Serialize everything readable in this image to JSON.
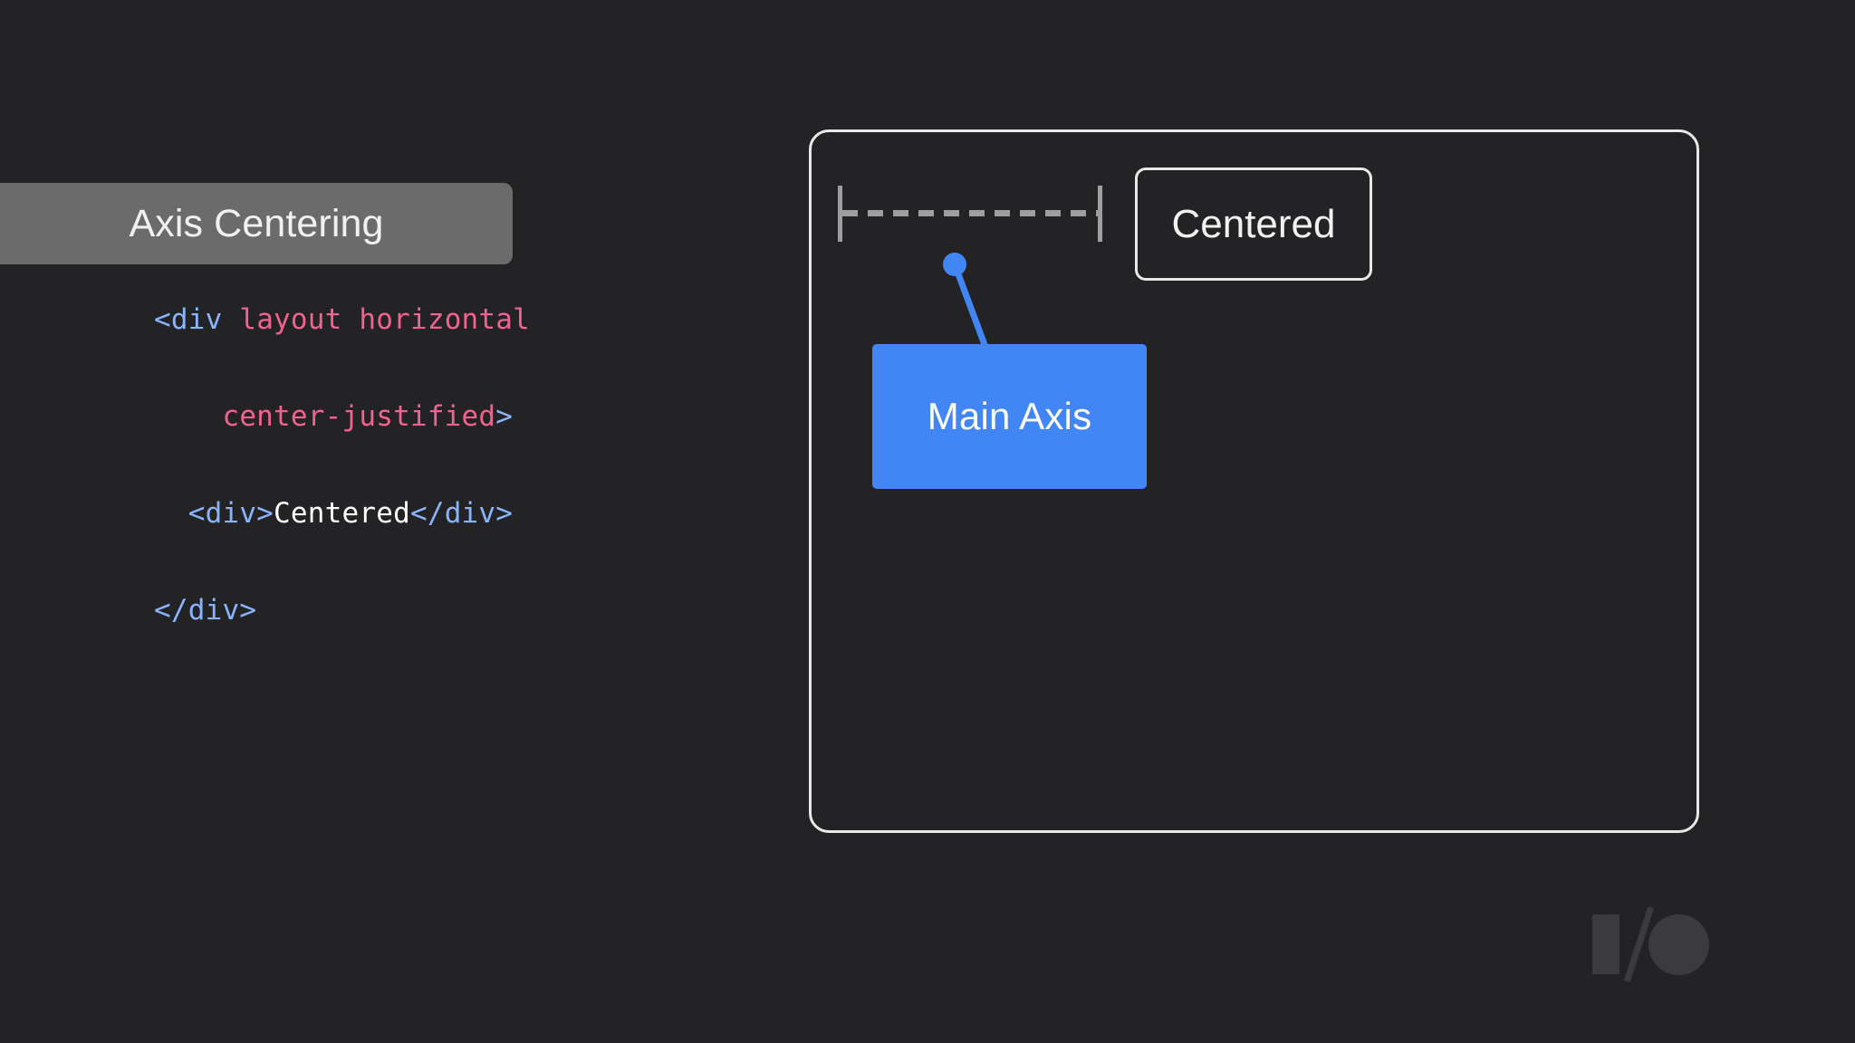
{
  "slide": {
    "background_color": "#232325",
    "title": "Axis Centering"
  },
  "code_sample": {
    "language": "html",
    "lines": [
      {
        "tokens": [
          {
            "text": "<div ",
            "type": "tag"
          },
          {
            "text": "layout horizontal",
            "type": "attribute"
          }
        ]
      },
      {
        "tokens": [
          {
            "text": "    center-justified",
            "type": "attribute"
          },
          {
            "text": ">",
            "type": "tag"
          }
        ]
      },
      {
        "tokens": [
          {
            "text": "  <div>",
            "type": "tag"
          },
          {
            "text": "Centered",
            "type": "text"
          },
          {
            "text": "</div>",
            "type": "tag"
          }
        ]
      },
      {
        "tokens": [
          {
            "text": "</div>",
            "type": "tag"
          }
        ]
      }
    ],
    "colors": {
      "tag": "#8ab4f8",
      "attribute": "#f06292",
      "text": "#ffffff"
    }
  },
  "demo_panel": {
    "border_color": "#e8e8e8",
    "axis_rule": {
      "name": "main-axis-measure",
      "style": "dashed-with-end-caps",
      "color": "#9e9e9e"
    },
    "centered_chip": {
      "label": "Centered",
      "border_color": "#e8e8e8",
      "text_color": "#f1f1f1"
    },
    "callout": {
      "label": "Main Axis",
      "fill_color": "#4285f4",
      "text_color": "#ffffff",
      "leader_color": "#4285f4"
    }
  },
  "branding": {
    "logo_name": "google-io-logo",
    "logo_color": "#3b3b3d"
  }
}
